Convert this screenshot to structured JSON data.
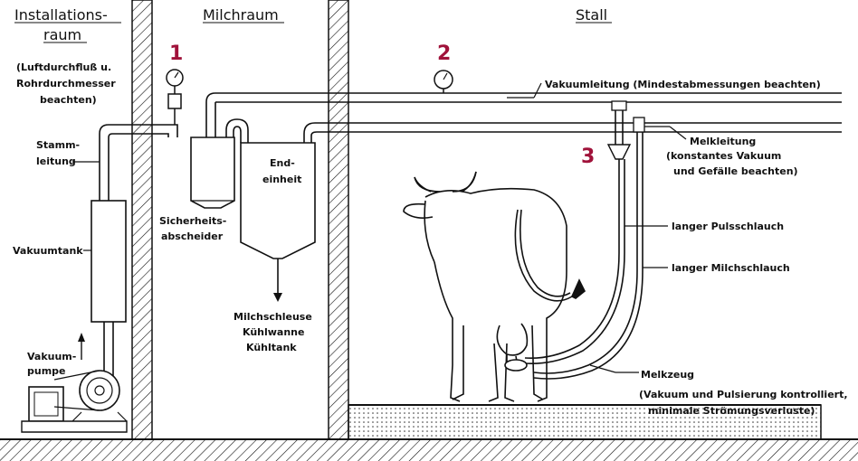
{
  "sections": {
    "installation_line1": "Installations-",
    "installation_line2": "raum",
    "milkroom": "Milchraum",
    "stall": "Stall"
  },
  "labels": {
    "luft_1": "(Luftdurchfluß u.",
    "luft_2": "Rohrdurchmesser",
    "luft_3": "beachten)",
    "stamm_1": "Stamm-",
    "stamm_2": "leitung",
    "vakuumtank": "Vakuumtank",
    "pumpe_1": "Vakuum-",
    "pumpe_2": "pumpe",
    "sicher_1": "Sicherheits-",
    "sicher_2": "abscheider",
    "end_1": "End-",
    "end_2": "einheit",
    "milch_1": "Milchschleuse",
    "milch_2": "Kühlwanne",
    "milch_3": "Kühltank",
    "vakuumleitung": "Vakuumleitung (Mindestabmessungen beachten)",
    "melkleitung_1": "Melkleitung",
    "melkleitung_2": "(konstantes Vakuum",
    "melkleitung_3": "und Gefälle beachten)",
    "puls": "langer Pulsschlauch",
    "milchschlauch": "langer Milchschlauch",
    "melkzeug_1": "Melkzeug",
    "melkzeug_2": "(Vakuum und Pulsierung kontrolliert,",
    "melkzeug_3": "minimale Strömungsverluste)"
  },
  "markers": {
    "m1": "1",
    "m2": "2",
    "m3": "3"
  },
  "colors": {
    "marker": "#a0123a",
    "ink": "#111111",
    "background": "#ffffff"
  }
}
